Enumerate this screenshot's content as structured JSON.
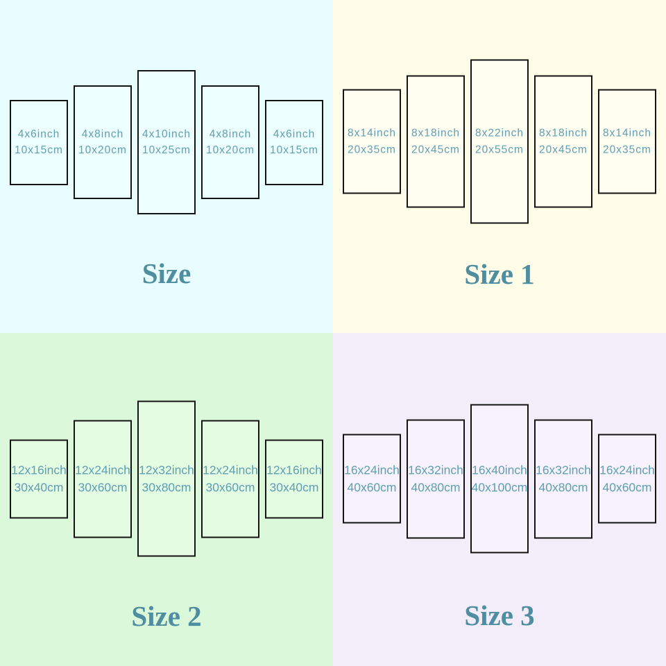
{
  "colors": {
    "label_text": "#5f9fb4",
    "title_text": "#4f8da0",
    "panel_border": "#131313",
    "background_size": "#e8fdfd",
    "background_size_1": "#fffde7",
    "background_size_2": "#dbf9da",
    "background_size_3": "#f3edf9"
  },
  "quadrants": [
    {
      "title": "Size",
      "bg": "#e8fdfd",
      "panel_bg": "#edfefe",
      "panels": [
        {
          "inch": "4x6inch",
          "cm": "10x15cm"
        },
        {
          "inch": "4x8inch",
          "cm": "10x20cm"
        },
        {
          "inch": "4x10inch",
          "cm": "10x25cm"
        },
        {
          "inch": "4x8inch",
          "cm": "10x20cm"
        },
        {
          "inch": "4x6inch",
          "cm": "10x15cm"
        }
      ]
    },
    {
      "title": "Size 1",
      "bg": "#fffde7",
      "panel_bg": "#fefdf0",
      "panels": [
        {
          "inch": "8x14inch",
          "cm": "20x35cm"
        },
        {
          "inch": "8x18inch",
          "cm": "20x45cm"
        },
        {
          "inch": "8x22inch",
          "cm": "20x55cm"
        },
        {
          "inch": "8x18inch",
          "cm": "20x45cm"
        },
        {
          "inch": "8x14inch",
          "cm": "20x35cm"
        }
      ]
    },
    {
      "title": "Size 2",
      "bg": "#dbf9da",
      "panel_bg": "#e3fce2",
      "panels": [
        {
          "inch": "12x16inch",
          "cm": "30x40cm"
        },
        {
          "inch": "12x24inch",
          "cm": "30x60cm"
        },
        {
          "inch": "12x32inch",
          "cm": "30x80cm"
        },
        {
          "inch": "12x24inch",
          "cm": "30x60cm"
        },
        {
          "inch": "12x16inch",
          "cm": "30x40cm"
        }
      ]
    },
    {
      "title": "Size 3",
      "bg": "#f3edf9",
      "panel_bg": "#f7f2fb",
      "panels": [
        {
          "inch": "16x24inch",
          "cm": "40x60cm"
        },
        {
          "inch": "16x32inch",
          "cm": "40x80cm"
        },
        {
          "inch": "16x40inch",
          "cm": "40x100cm"
        },
        {
          "inch": "16x32inch",
          "cm": "40x80cm"
        },
        {
          "inch": "16x24inch",
          "cm": "40x60cm"
        }
      ]
    }
  ]
}
